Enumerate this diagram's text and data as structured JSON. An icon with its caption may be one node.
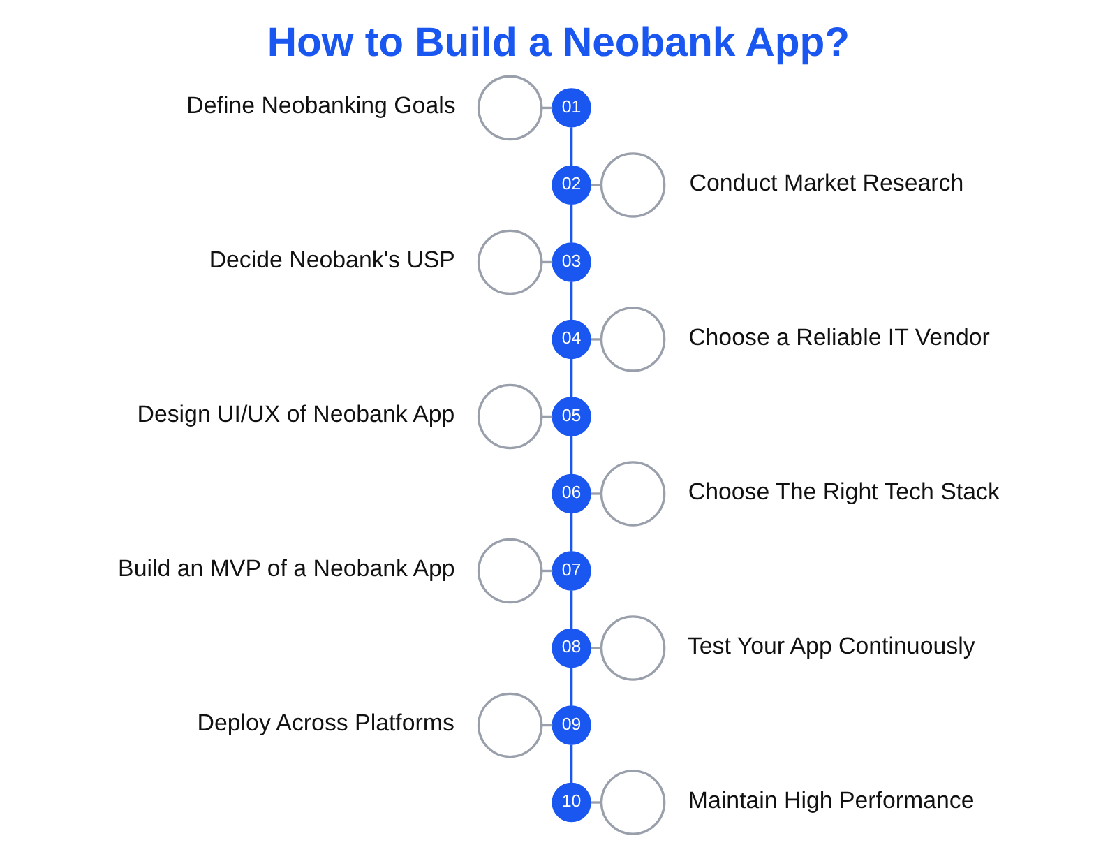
{
  "diagram": {
    "title": "How to Build a Neobank App?",
    "nodes": [
      {
        "text": [
          "01"
        ]
      },
      {
        "text": [
          "02"
        ]
      },
      {
        "text": [
          "03"
        ]
      },
      {
        "text": [
          "04"
        ]
      },
      {
        "text": [
          "05"
        ]
      },
      {
        "text": [
          "06"
        ]
      },
      {
        "text": [
          "07"
        ]
      },
      {
        "text": [
          "08"
        ]
      },
      {
        "text": [
          "09"
        ]
      },
      {
        "text": [
          "10"
        ]
      },
      {
        "text": [],
        "shape": "circle",
        "beside": [
          "Define Neobanking Goals"
        ]
      },
      {
        "text": [],
        "shape": "circle",
        "beside": [
          "Conduct Market Research"
        ]
      },
      {
        "text": [],
        "shape": "circle",
        "beside": [
          "Decide Neobank's USP"
        ]
      },
      {
        "text": [],
        "shape": "circle",
        "beside": [
          "Choose a Reliable IT Vendor"
        ]
      },
      {
        "text": [],
        "shape": "circle",
        "beside": [
          "Design UI/UX of Neobank App"
        ]
      },
      {
        "text": [],
        "shape": "circle",
        "beside": [
          "Choose The Right Tech Stack"
        ]
      },
      {
        "text": [],
        "shape": "circle",
        "beside": [
          "Build an MVP of a Neobank App"
        ]
      },
      {
        "text": [],
        "shape": "circle",
        "beside": [
          "Test Your App Continuously"
        ]
      },
      {
        "text": [],
        "shape": "circle",
        "beside": [
          "Deploy Across Platforms"
        ]
      },
      {
        "text": [],
        "shape": "circle",
        "beside": [
          "Maintain High Performance"
        ]
      }
    ],
    "edges": [
      {
        "from": 0,
        "to": 1,
        "arrow": "none",
        "color": "#1a56f0"
      },
      {
        "from": 1,
        "to": 2,
        "arrow": "none",
        "color": "#1a56f0"
      },
      {
        "from": 2,
        "to": 3,
        "arrow": "none",
        "color": "#1a56f0"
      },
      {
        "from": 3,
        "to": 4,
        "arrow": "none",
        "color": "#1a56f0"
      },
      {
        "from": 4,
        "to": 5,
        "arrow": "none",
        "color": "#1a56f0"
      },
      {
        "from": 5,
        "to": 6,
        "arrow": "none",
        "color": "#1a56f0"
      },
      {
        "from": 6,
        "to": 7,
        "arrow": "none",
        "color": "#1a56f0"
      },
      {
        "from": 7,
        "to": 8,
        "arrow": "none",
        "color": "#1a56f0"
      },
      {
        "from": 8,
        "to": 9,
        "arrow": "none",
        "color": "#1a56f0"
      },
      {
        "from": 10,
        "to": 0,
        "arrow": "none"
      },
      {
        "from": 1,
        "to": 11,
        "arrow": "none"
      },
      {
        "from": 12,
        "to": 2,
        "arrow": "none"
      },
      {
        "from": 3,
        "to": 13,
        "arrow": "none"
      },
      {
        "from": 14,
        "to": 4,
        "arrow": "none"
      },
      {
        "from": 5,
        "to": 15,
        "arrow": "none"
      },
      {
        "from": 16,
        "to": 6,
        "arrow": "none"
      },
      {
        "from": 7,
        "to": 17,
        "arrow": "none"
      },
      {
        "from": 18,
        "to": 8,
        "arrow": "none"
      },
      {
        "from": 9,
        "to": 19,
        "arrow": "none"
      }
    ]
  }
}
